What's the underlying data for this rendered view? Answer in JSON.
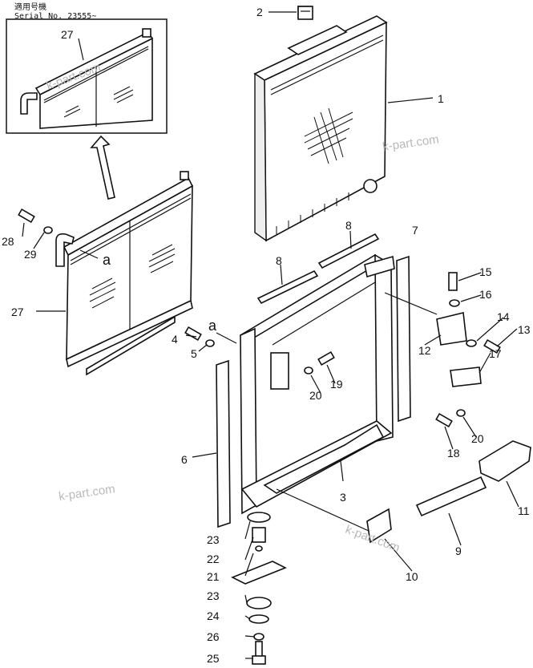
{
  "header": {
    "serial_jp": "適用号機",
    "serial_label": "Serial No. 23555~"
  },
  "callouts": {
    "c1": "1",
    "c2": "2",
    "c3": "3",
    "c4": "4",
    "c5": "5",
    "c6": "6",
    "c8a": "8",
    "c8b": "8",
    "c9": "9",
    "c10": "10",
    "c11": "11",
    "c12": "12",
    "c13": "13",
    "c14": "14",
    "c15": "15",
    "c16": "16",
    "c17": "17",
    "c18": "18",
    "c19": "19",
    "c20a": "20",
    "c20b": "20",
    "c21": "21",
    "c22": "22",
    "c23a": "23",
    "c23b": "23",
    "c24": "24",
    "c25": "25",
    "c26": "26",
    "c27a": "27",
    "c27b": "27",
    "c28": "28",
    "c29": "29",
    "a1": "a",
    "a2": "a"
  },
  "watermarks": {
    "w1": "k-part.com",
    "w2": "k-part.com",
    "w3": "k-part.com",
    "w4": "k-part.com"
  }
}
